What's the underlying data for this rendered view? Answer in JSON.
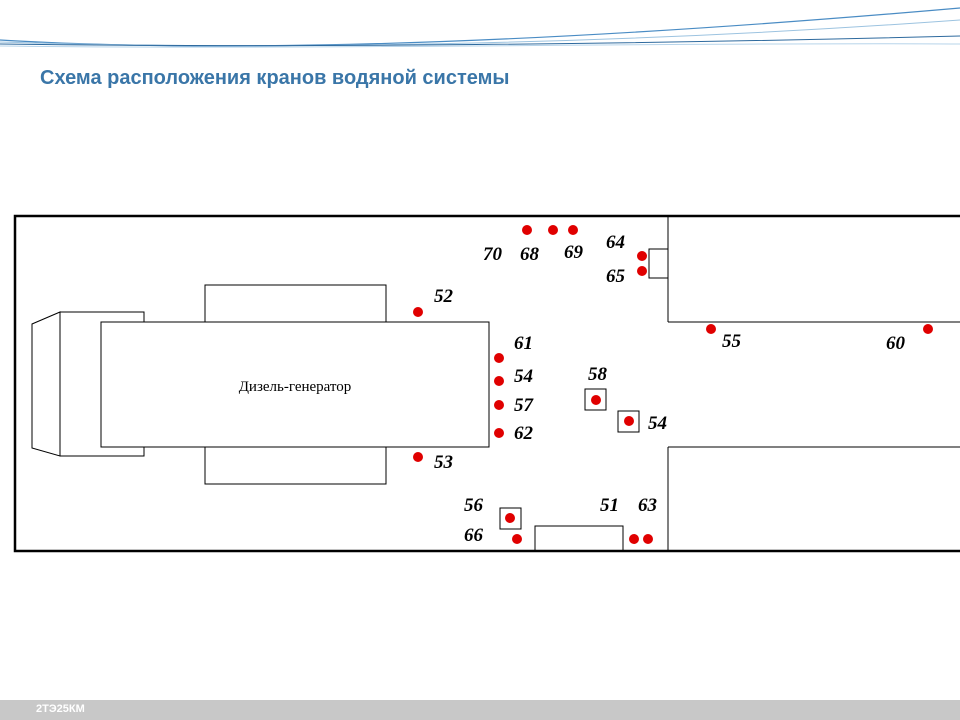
{
  "slide": {
    "title": "Схема расположения кранов водяной системы",
    "footer_label": "2ТЭ25КМ"
  },
  "diagram": {
    "generator_label": "Дизель-генератор",
    "valve_color": "#e00000",
    "valves": [
      {
        "id": "70",
        "label": "70"
      },
      {
        "id": "68",
        "label": "68"
      },
      {
        "id": "69",
        "label": "69"
      },
      {
        "id": "64",
        "label": "64"
      },
      {
        "id": "65",
        "label": "65"
      },
      {
        "id": "52",
        "label": "52"
      },
      {
        "id": "61",
        "label": "61"
      },
      {
        "id": "54a",
        "label": "54"
      },
      {
        "id": "57",
        "label": "57"
      },
      {
        "id": "62",
        "label": "62"
      },
      {
        "id": "53",
        "label": "53"
      },
      {
        "id": "58",
        "label": "58"
      },
      {
        "id": "54b",
        "label": "54"
      },
      {
        "id": "55",
        "label": "55"
      },
      {
        "id": "60",
        "label": "60"
      },
      {
        "id": "56",
        "label": "56"
      },
      {
        "id": "66",
        "label": "66"
      },
      {
        "id": "51",
        "label": "51"
      },
      {
        "id": "63",
        "label": "63"
      }
    ]
  }
}
